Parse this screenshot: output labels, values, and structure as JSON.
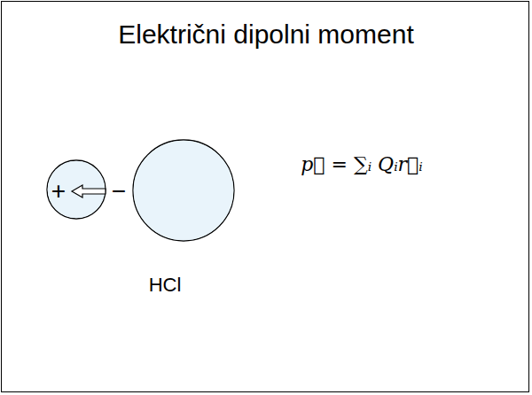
{
  "diagram": {
    "title": "Električni dipolni moment",
    "nodes": [
      {
        "text": [
          "+",
          "−"
        ]
      }
    ],
    "labels": [
      "p⃗ = ∑ᵢ Qᵢr⃗ᵢ",
      "HCl"
    ]
  }
}
